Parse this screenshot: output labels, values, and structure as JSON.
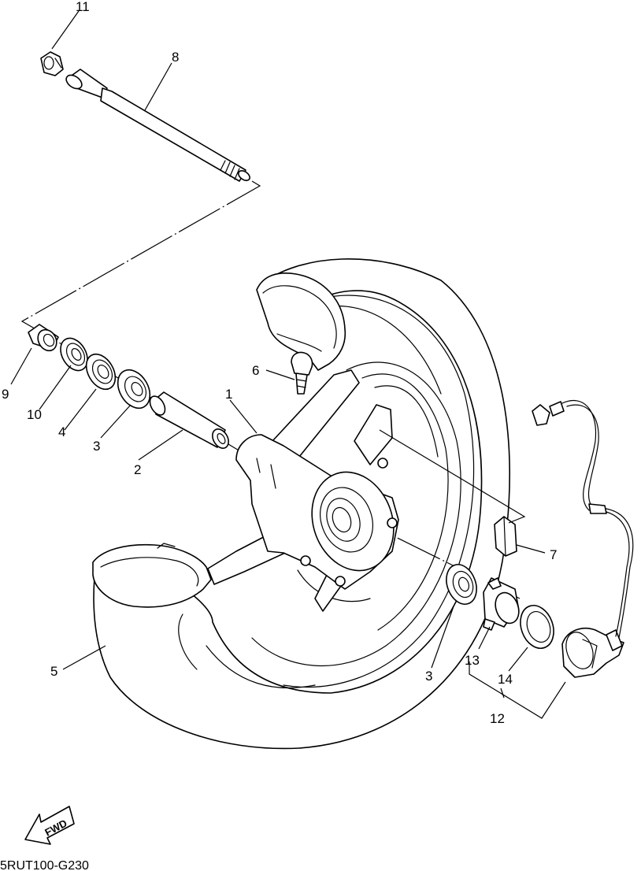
{
  "callouts": {
    "c1": "1",
    "c2": "2",
    "c3a": "3",
    "c3b": "3",
    "c4": "4",
    "c5": "5",
    "c6": "6",
    "c7": "7",
    "c8": "8",
    "c9": "9",
    "c10": "10",
    "c11": "11",
    "c12": "12",
    "c13": "13",
    "c14": "14"
  },
  "direction_label": "FWD",
  "diagram_code": "5RUT100-G230"
}
